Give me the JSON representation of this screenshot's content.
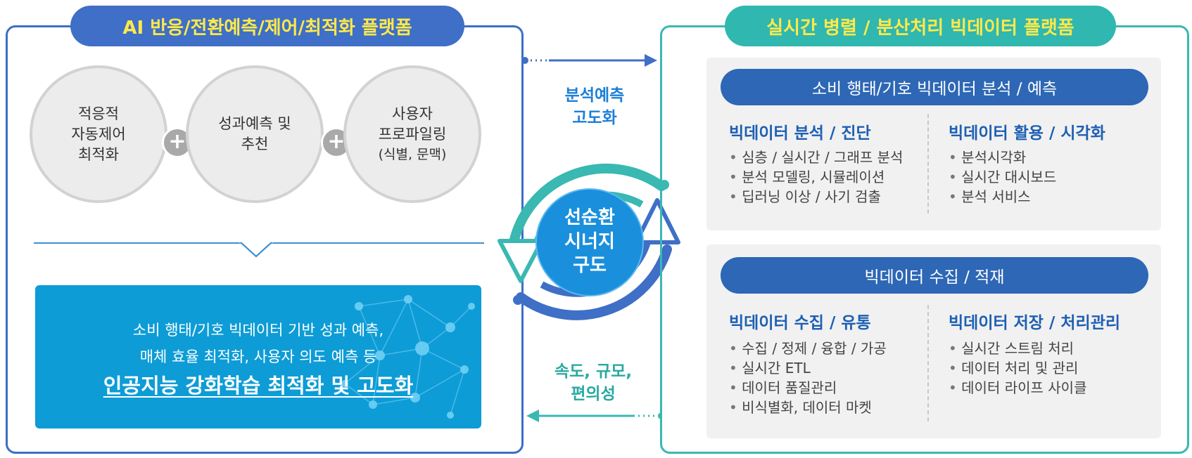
{
  "left": {
    "title": "AI 반응/전환예측/제어/최적화 플랫폼",
    "circles": [
      {
        "lines": [
          "적응적",
          "자동제어",
          "최적화"
        ]
      },
      {
        "lines": [
          "성과예측 및",
          "추천"
        ]
      },
      {
        "lines": [
          "사용자",
          "프로파일링"
        ],
        "sub": "(식별, 문맥)"
      }
    ],
    "plus_symbol": "+",
    "summary": {
      "line1": "소비 행태/기호 빅데이터 기반 성과 예측,",
      "line2": "매체 효율 최적화, 사용자 의도 예측 등",
      "headline": "인공지능 강화학습 최적화 및 고도화"
    }
  },
  "center": {
    "top_label": [
      "분석예측",
      "고도화"
    ],
    "hub_label": [
      "선순환",
      "시너지",
      "구도"
    ],
    "bottom_label": [
      "속도, 규모,",
      "편의성"
    ],
    "colors": {
      "top_arrow": "#3f6fc6",
      "bottom_arrow": "#3ab8b2",
      "hub": "#1a8fdc"
    }
  },
  "right": {
    "title": "실시간 병렬 / 분산처리 빅데이터 플랫폼",
    "sections": [
      {
        "header": "소비 행태/기호 빅데이터 분석 / 예측",
        "columns": [
          {
            "title": "빅데이터 분석 / 진단",
            "items": [
              "심층 / 실시간 / 그래프 분석",
              "분석 모델링, 시뮬레이션",
              "딥러닝 이상 / 사기 검출"
            ]
          },
          {
            "title": "빅데이터 활용 / 시각화",
            "items": [
              "분석시각화",
              "실시간 대시보드",
              "분석 서비스"
            ]
          }
        ]
      },
      {
        "header": "빅데이터 수집 / 적재",
        "columns": [
          {
            "title": "빅데이터 수집 / 유통",
            "items": [
              "수집 / 정제 / 융합 / 가공",
              "실시간 ETL",
              "데이터 품질관리",
              "비식별화, 데이터 마켓"
            ]
          },
          {
            "title": "빅데이터 저장 / 처리관리",
            "items": [
              "실시간 스트림 처리",
              "데이터 처리 및 관리",
              "데이터 라이프 사이클"
            ]
          }
        ]
      }
    ]
  },
  "colors": {
    "left_frame": "#3d6ec8",
    "right_frame": "#3ab8b2",
    "title_text": "#ffe94a",
    "summary_box": "#0d9cd6",
    "section_header": "#2d67b5",
    "column_title": "#1d5fb3"
  }
}
